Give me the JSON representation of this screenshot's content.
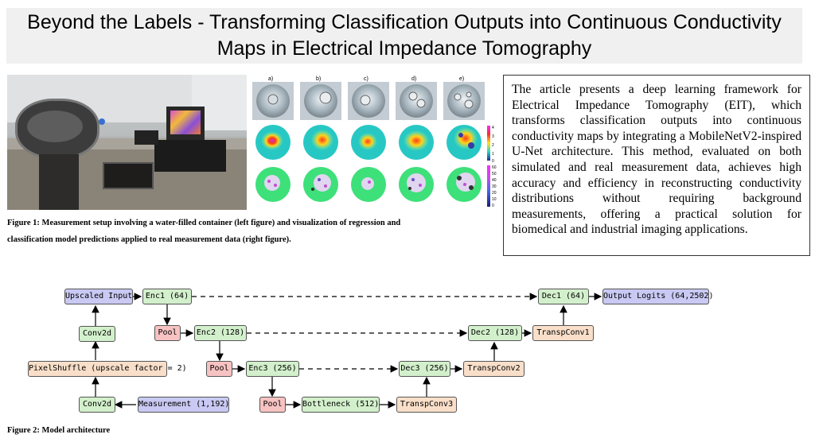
{
  "title": {
    "line1": "Beyond the Labels - Transforming Classification Outputs into Continuous Conductivity",
    "line2": "Maps in Electrical Impedance Tomography"
  },
  "figure1": {
    "panel_labels": [
      "a)",
      "b)",
      "c)",
      "d)",
      "e)"
    ],
    "colorbar1_ticks": [
      "4",
      "3",
      "2",
      "1",
      "0"
    ],
    "colorbar2_ticks": [
      "60",
      "50",
      "40",
      "30",
      "20",
      "10",
      "0"
    ],
    "caption_line1": "Figure 1: Measurement setup involving a water-filled container (left figure) and visualization of regression and",
    "caption_line2": "classification model predictions applied to real measurement data (right figure)."
  },
  "abstract": "The article presents a deep learning framework for Electrical Impedance Tomography (EIT), which transforms classification outputs into continuous conductivity maps by integrating a MobileNetV2-inspired U-Net architecture. This method, evaluated on both simulated and real measurement data, achieves high accuracy and efficiency in reconstructing conductivity distributions without requiring background measurements, offering a practical solution for biomedical and industrial imaging applications.",
  "diagram": {
    "upscaled_input": "Upscaled Input",
    "enc1": "Enc1 (64)",
    "dec1": "Dec1 (64)",
    "output_logits": "Output Logits (64,2502)",
    "conv2d_top": "Conv2d",
    "pool1": "Pool",
    "enc2": "Enc2 (128)",
    "dec2": "Dec2 (128)",
    "transpconv1": "TranspConv1",
    "pixelshuffle": "PixelShuffle (upscale factor = 2)",
    "pool2": "Pool",
    "enc3": "Enc3 (256)",
    "dec3": "Dec3 (256)",
    "transpconv2": "TranspConv2",
    "conv2d_bottom": "Conv2d",
    "measurement": "Measurement (1,192)",
    "pool3": "Pool",
    "bottleneck": "Bottleneck (512)",
    "transpconv3": "TranspConv3"
  },
  "caption2": "Figure 2: Model architecture",
  "colors": {
    "input_node": "#c9c9f3",
    "layer_node": "#d3f0cc",
    "pool_node": "#f7c2c2",
    "transp_node": "#f9dfc9",
    "title_bg": "#f0f0f0"
  }
}
